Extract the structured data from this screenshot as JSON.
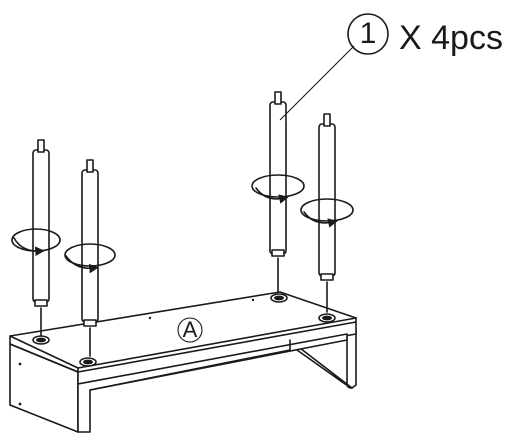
{
  "callout": {
    "part_number": "1",
    "quantity_text": "X 4pcs"
  },
  "panel": {
    "label": "A"
  },
  "legs": {
    "count": 4
  }
}
